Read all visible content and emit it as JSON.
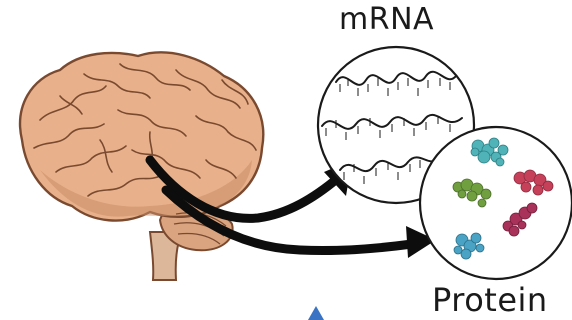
{
  "labels": {
    "mrna": "mRNA",
    "protein": "Protein"
  },
  "colors": {
    "brain_fill": "#e9b18b",
    "brain_shadow": "#c98d68",
    "brain_outline": "#7a4a30",
    "stem": "#dcb79a",
    "arrow": "#0d0d0d",
    "circle_outline": "#1a1a1a",
    "cursor": "#3a73c4",
    "protein_teal": "#4fb3b8",
    "protein_green": "#6f9f3f",
    "protein_red": "#c7405a",
    "protein_maroon": "#a8325a",
    "protein_blue": "#4aa3c4"
  },
  "icons": {
    "brain": "brain-illustration",
    "arrow_to_mrna": "arrow-icon",
    "arrow_to_protein": "arrow-icon",
    "cursor": "cursor-icon"
  }
}
